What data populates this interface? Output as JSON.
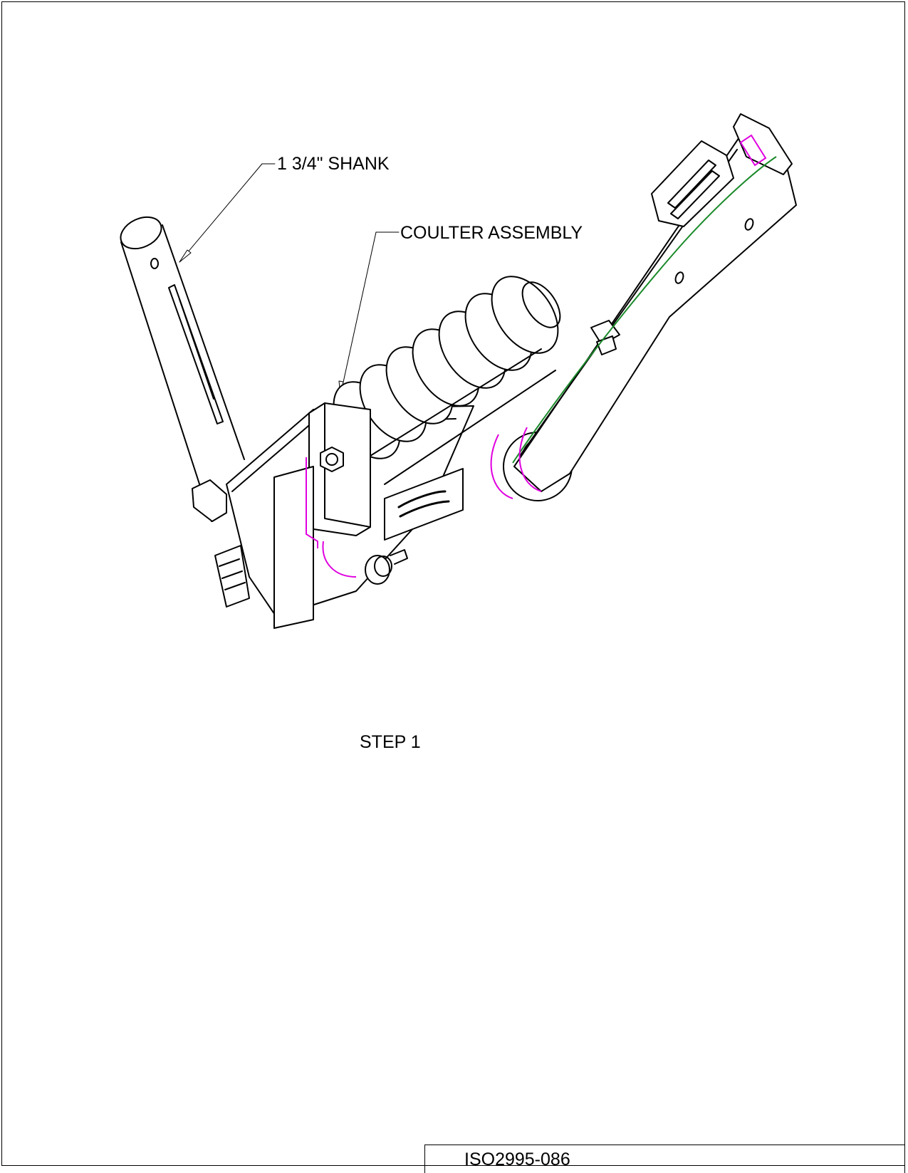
{
  "callouts": {
    "shank": "1 3/4\" SHANK",
    "coulter": "COULTER ASSEMBLY"
  },
  "step": "STEP 1",
  "title_block": {
    "document_number": "ISO2995-086"
  },
  "colors": {
    "line": "#000000",
    "highlight_magenta": "#e000e0",
    "highlight_green": "#1a8a2a"
  }
}
